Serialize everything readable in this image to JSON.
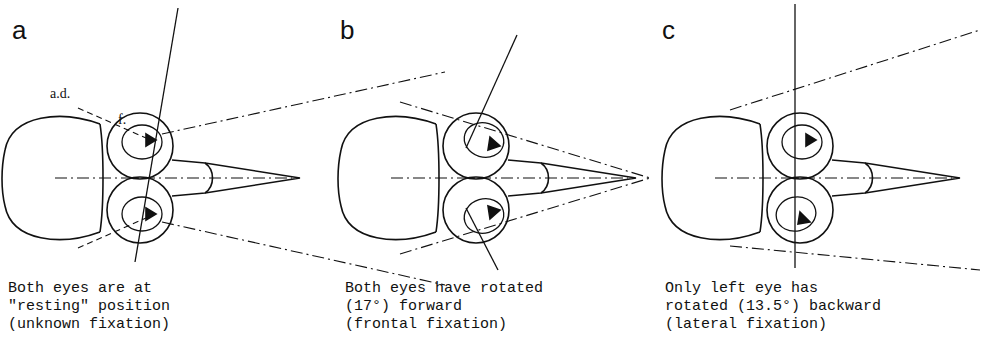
{
  "diagram": {
    "labels": [
      "a",
      "a.d.",
      "f.",
      "Both eyes are at \"resting\" position (unknown fixation)",
      "b",
      "Both eyes have rotated (17°) forward (frontal fixation)",
      "c",
      "Only left eye has rotated (13.5°) backward (lateral fixation)"
    ]
  }
}
